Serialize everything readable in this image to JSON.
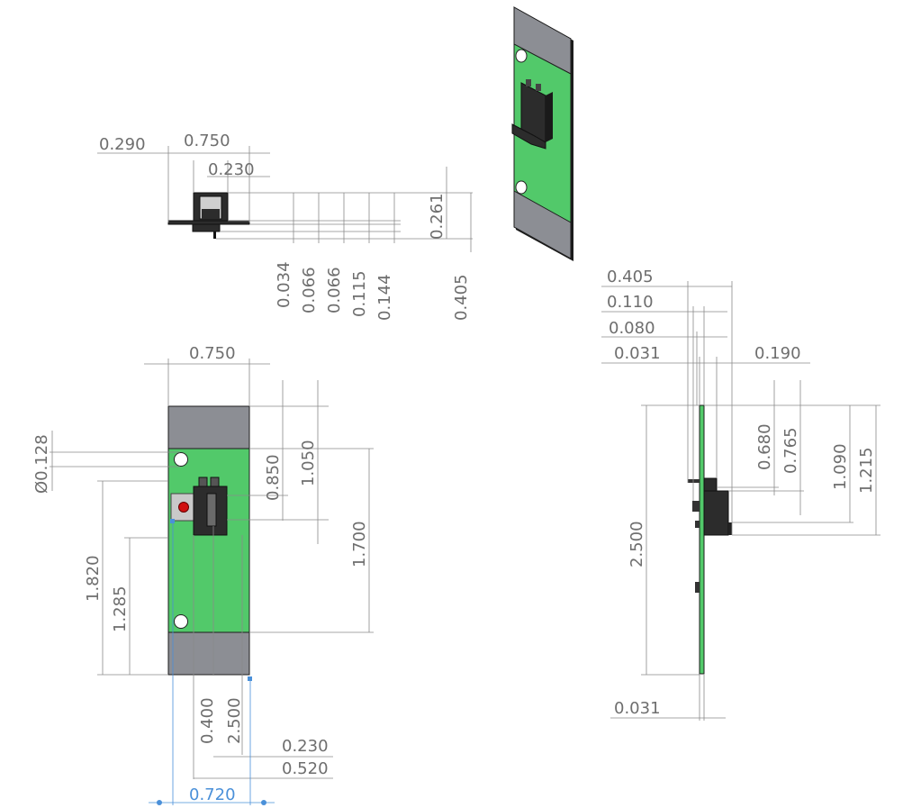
{
  "top_view": {
    "dims": {
      "d0_290": "0.290",
      "d0_750": "0.750",
      "d0_230": "0.230",
      "d0_261": "0.261",
      "d0_034": "0.034",
      "d0_066a": "0.066",
      "d0_066b": "0.066",
      "d0_115": "0.115",
      "d0_144": "0.144",
      "d0_405": "0.405"
    }
  },
  "front_view": {
    "dims": {
      "d0_750": "0.750",
      "dia_0_128": "Ø0.128",
      "d0_850": "0.850",
      "d1_050": "1.050",
      "d1_700": "1.700",
      "d1_820": "1.820",
      "d1_285": "1.285",
      "d0_400": "0.400",
      "d2_500": "2.500",
      "d0_230": "0.230",
      "d0_520": "0.520",
      "d0_720": "0.720"
    }
  },
  "side_view": {
    "dims": {
      "d0_405": "0.405",
      "d0_110": "0.110",
      "d0_080": "0.080",
      "d0_031_top": "0.031",
      "d0_190": "0.190",
      "d0_680": "0.680",
      "d0_765": "0.765",
      "d1_090": "1.090",
      "d1_215": "1.215",
      "d2_500": "2.500",
      "d0_031_bottom": "0.031"
    }
  },
  "colors": {
    "board": "#52c96a",
    "end_caps": "#8c8e94",
    "connector": "#2c2c2c",
    "led": "#d01010",
    "dimension_lines": "#8a8a8a",
    "selected_dimension": "#4a90d9"
  }
}
